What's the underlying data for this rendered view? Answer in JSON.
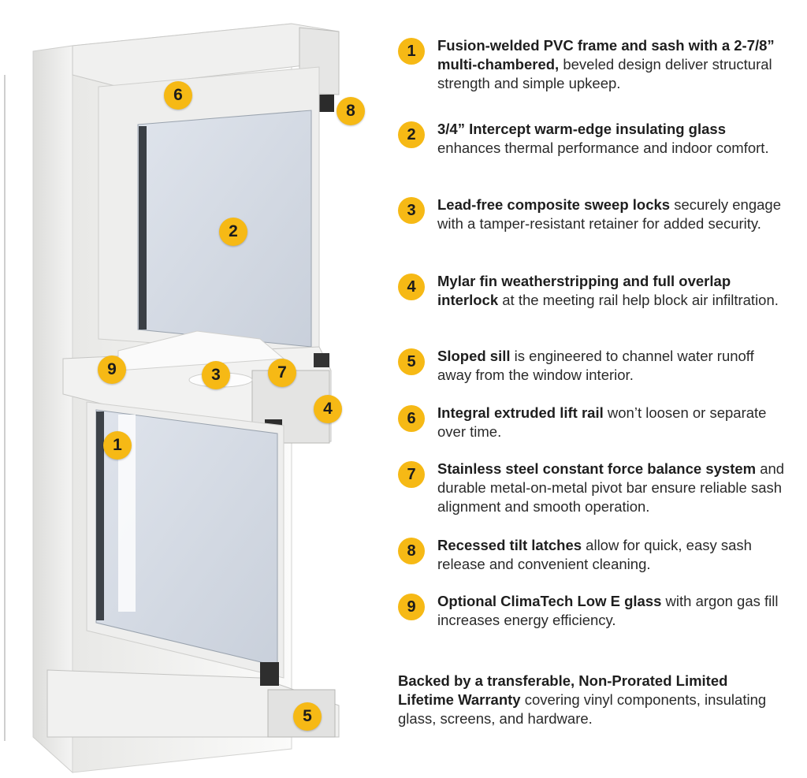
{
  "features": [
    {
      "num": "1",
      "bold": "Fusion-welded PVC frame and sash with a 2-7/8” multi-chambered,",
      "rest": " beveled design deliver structural strength and simple upkeep."
    },
    {
      "num": "2",
      "bold": "3/4” Intercept warm-edge insulating glass",
      "rest": " enhances thermal performance and indoor comfort."
    },
    {
      "num": "3",
      "bold": "Lead-free composite sweep locks",
      "rest": " securely engage with a tamper-resistant retainer for added security."
    },
    {
      "num": "4",
      "bold": "Mylar fin weatherstripping and full overlap interlock",
      "rest": " at the meeting rail help block air infiltration."
    },
    {
      "num": "5",
      "bold": "Sloped sill",
      "rest": " is engineered to channel water runoff away from the window interior."
    },
    {
      "num": "6",
      "bold": "Integral extruded lift rail",
      "rest": " won’t loosen or separate over time."
    },
    {
      "num": "7",
      "bold": "Stainless steel constant force balance system",
      "rest": " and durable metal-on-metal pivot bar ensure reliable sash alignment and smooth operation."
    },
    {
      "num": "8",
      "bold": "Recessed tilt latches",
      "rest": " allow for quick, easy sash release and convenient cleaning."
    },
    {
      "num": "9",
      "bold": "Optional ClimaTech Low E glass",
      "rest": " with argon gas fill increases energy efficiency."
    }
  ],
  "warranty": {
    "bold": "Backed by a transferable, Non-Prorated Limited Lifetime Warranty",
    "rest": " covering vinyl components, insulating glass, screens, and hardware."
  },
  "callouts": [
    "6",
    "8",
    "2",
    "9",
    "3",
    "7",
    "4",
    "1",
    "5"
  ],
  "colors": {
    "badge": "#f6b915",
    "glass": "#d7dde6",
    "vinyl": "#f3f3f2"
  }
}
